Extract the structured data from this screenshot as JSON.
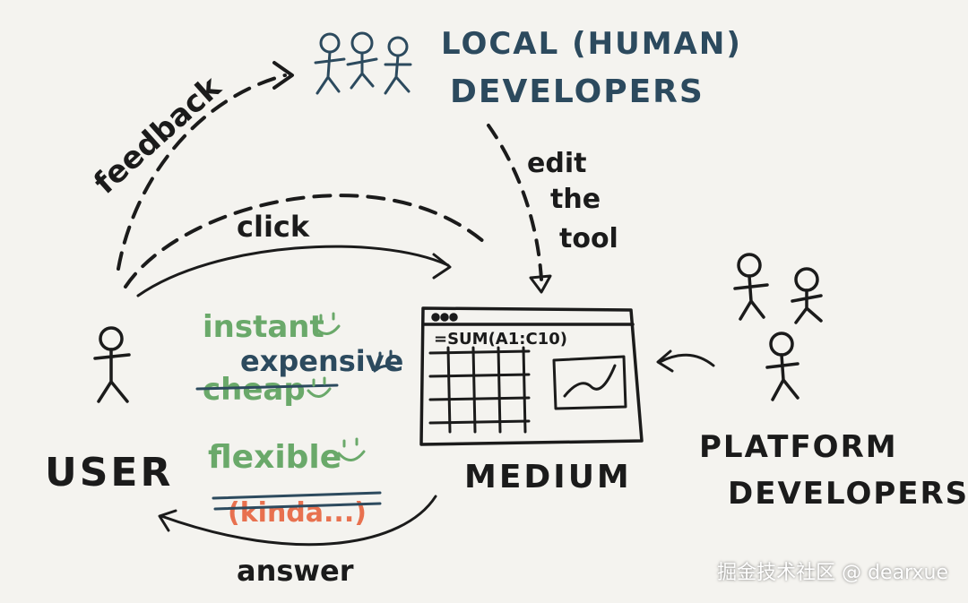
{
  "labels": {
    "local_line1": "LOCAL (HUMAN)",
    "local_line2": "DEVELOPERS",
    "feedback": "feedback",
    "click": "click",
    "edit_line1": "edit",
    "edit_line2": "the",
    "edit_line3": "tool",
    "user": "USER",
    "medium": "MEDIUM",
    "platform_line1": "PLATFORM",
    "platform_line2": "DEVELOPERS",
    "answer": "answer",
    "formula": "=SUM(A1:C10)"
  },
  "properties": {
    "instant": "instant",
    "expensive": "expensive",
    "cheap": "cheap",
    "flexible": "flexible",
    "kinda": "(kinda...)"
  },
  "watermark": "掘金技术社区 @ dearxue",
  "colors": {
    "ink": "#1b1b1b",
    "blue": "#2c4a5e",
    "green": "#6aa96a",
    "orange": "#e8714f",
    "background": "#f4f3ef"
  }
}
